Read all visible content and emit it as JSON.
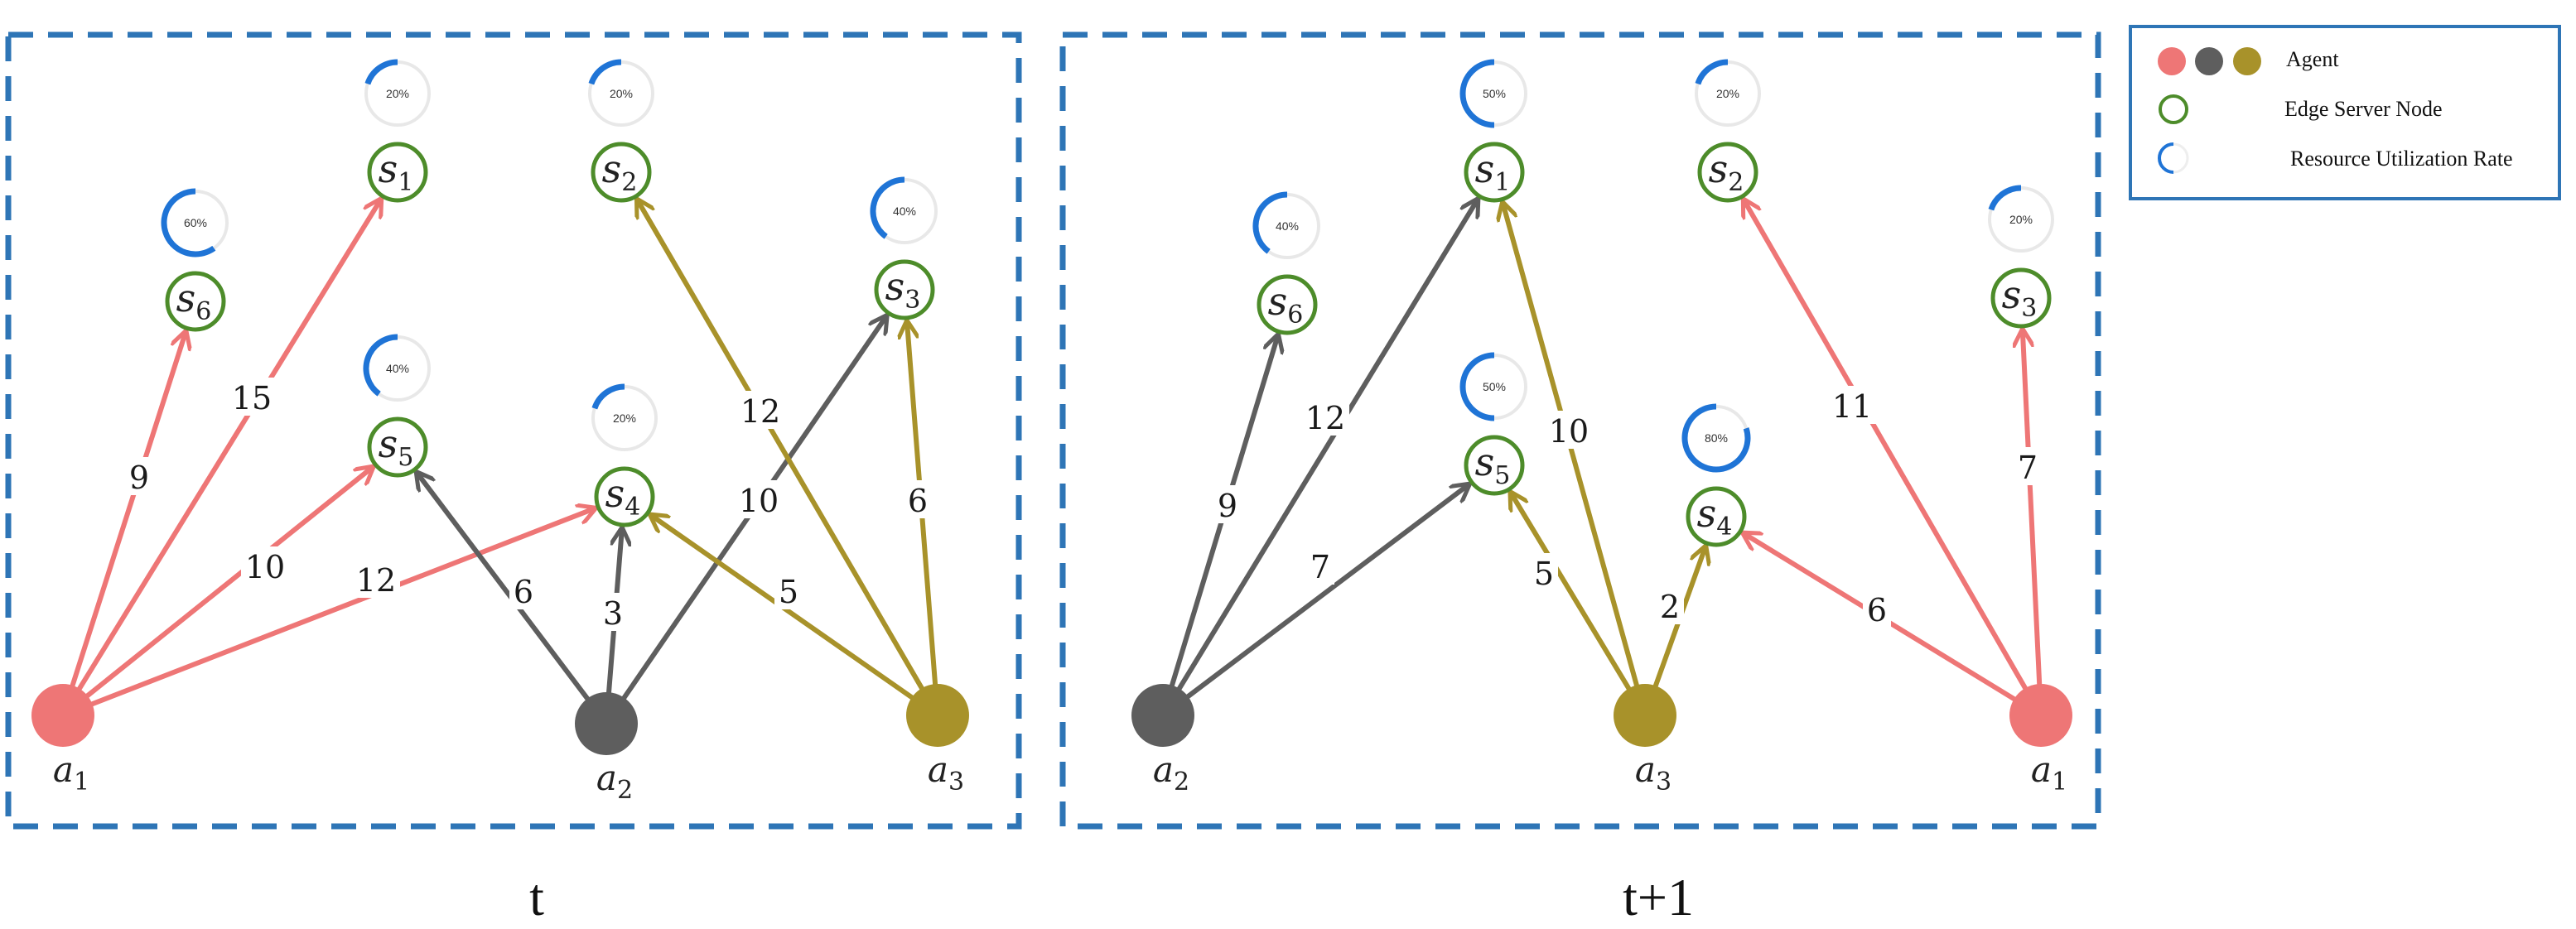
{
  "colors": {
    "agent1": "#ee7676",
    "agent2": "#5e5e5e",
    "agent3": "#a8922a",
    "node_stroke": "#4d8c2a",
    "frame": "#2e75b6",
    "gauge": "#1f74d6",
    "gauge_track": "#e8e8e8"
  },
  "legend": {
    "agent_label": "Agent",
    "node_label": "Edge Server Node",
    "util_label": "Resource Utilization Rate"
  },
  "panels": [
    {
      "caption": "t",
      "agents": [
        {
          "id": "a1",
          "name": "a",
          "sub": "1",
          "color_key": "agent1"
        },
        {
          "id": "a2",
          "name": "a",
          "sub": "2",
          "color_key": "agent2"
        },
        {
          "id": "a3",
          "name": "a",
          "sub": "3",
          "color_key": "agent3"
        }
      ],
      "nodes": [
        {
          "id": "s1",
          "name": "s",
          "sub": "1",
          "util": 20,
          "util_label": "20%"
        },
        {
          "id": "s2",
          "name": "s",
          "sub": "2",
          "util": 20,
          "util_label": "20%"
        },
        {
          "id": "s3",
          "name": "s",
          "sub": "3",
          "util": 40,
          "util_label": "40%"
        },
        {
          "id": "s4",
          "name": "s",
          "sub": "4",
          "util": 20,
          "util_label": "20%"
        },
        {
          "id": "s5",
          "name": "s",
          "sub": "5",
          "util": 40,
          "util_label": "40%"
        },
        {
          "id": "s6",
          "name": "s",
          "sub": "6",
          "util": 60,
          "util_label": "60%"
        }
      ],
      "edges": [
        {
          "from": "a1",
          "to": "s6",
          "weight": "9"
        },
        {
          "from": "a1",
          "to": "s1",
          "weight": "15"
        },
        {
          "from": "a1",
          "to": "s5",
          "weight": "10"
        },
        {
          "from": "a1",
          "to": "s4",
          "weight": "12"
        },
        {
          "from": "a2",
          "to": "s5",
          "weight": "6"
        },
        {
          "from": "a2",
          "to": "s4",
          "weight": "3"
        },
        {
          "from": "a2",
          "to": "s3",
          "weight": "10"
        },
        {
          "from": "a3",
          "to": "s2",
          "weight": "12"
        },
        {
          "from": "a3",
          "to": "s3",
          "weight": "6"
        },
        {
          "from": "a3",
          "to": "s4",
          "weight": "5"
        }
      ]
    },
    {
      "caption": "t+1",
      "agents": [
        {
          "id": "a2",
          "name": "a",
          "sub": "2",
          "color_key": "agent2"
        },
        {
          "id": "a3",
          "name": "a",
          "sub": "3",
          "color_key": "agent3"
        },
        {
          "id": "a1",
          "name": "a",
          "sub": "1",
          "color_key": "agent1"
        }
      ],
      "nodes": [
        {
          "id": "s1",
          "name": "s",
          "sub": "1",
          "util": 50,
          "util_label": "50%"
        },
        {
          "id": "s2",
          "name": "s",
          "sub": "2",
          "util": 20,
          "util_label": "20%"
        },
        {
          "id": "s3",
          "name": "s",
          "sub": "3",
          "util": 20,
          "util_label": "20%"
        },
        {
          "id": "s4",
          "name": "s",
          "sub": "4",
          "util": 80,
          "util_label": "80%"
        },
        {
          "id": "s5",
          "name": "s",
          "sub": "5",
          "util": 50,
          "util_label": "50%"
        },
        {
          "id": "s6",
          "name": "s",
          "sub": "6",
          "util": 40,
          "util_label": "40%"
        }
      ],
      "edges": [
        {
          "from": "a2",
          "to": "s6",
          "weight": "9"
        },
        {
          "from": "a2",
          "to": "s1",
          "weight": "12"
        },
        {
          "from": "a2",
          "to": "s5",
          "weight": "7"
        },
        {
          "from": "a3",
          "to": "s1",
          "weight": "10"
        },
        {
          "from": "a3",
          "to": "s5",
          "weight": "5"
        },
        {
          "from": "a3",
          "to": "s4",
          "weight": "2"
        },
        {
          "from": "a1",
          "to": "s4",
          "weight": "6"
        },
        {
          "from": "a1",
          "to": "s2",
          "weight": "11"
        },
        {
          "from": "a1",
          "to": "s3",
          "weight": "7"
        }
      ]
    }
  ]
}
